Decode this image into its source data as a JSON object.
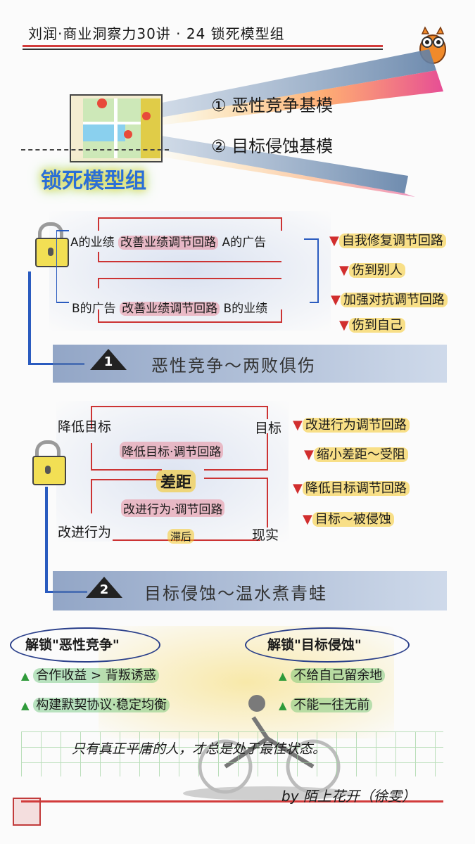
{
  "header": {
    "title": "刘润·商业洞察力30讲 · 24 锁死模型组"
  },
  "intro": {
    "badge": "锁死模型组",
    "items": [
      {
        "num": "①",
        "label": "恶性竞争基模"
      },
      {
        "num": "②",
        "label": "目标侵蚀基模"
      }
    ]
  },
  "section1": {
    "loop_top": {
      "left": "A的业绩",
      "middle": "改善业绩调节回路",
      "right": "A的广告"
    },
    "loop_bottom": {
      "left": "B的广告",
      "middle": "改善业绩调节回路",
      "right": "B的业绩"
    },
    "notes": [
      "自我修复调节回路",
      "伤到别人",
      "加强对抗调节回路",
      "伤到自己"
    ],
    "banner_num": "1",
    "banner_text": "恶性竞争～两败俱伤"
  },
  "section2": {
    "top_left": "降低目标",
    "top_right": "目标",
    "loop_a": "降低目标·调节回路",
    "center": "差距",
    "loop_b": "改进行为·调节回路",
    "bottom_left": "改进行为",
    "delay": "滞后",
    "bottom_right": "现实",
    "notes": [
      "改进行为调节回路",
      "缩小差距～受阻",
      "降低目标调节回路",
      "目标～被侵蚀"
    ],
    "banner_num": "2",
    "banner_text": "目标侵蚀～温水煮青蛙"
  },
  "unlock": {
    "left": {
      "title": "解锁\"恶性竞争\"",
      "items": [
        "合作收益 > 背叛诱惑",
        "构建默契协议·稳定均衡"
      ]
    },
    "right": {
      "title": "解锁\"目标侵蚀\"",
      "items": [
        "不给自己留余地",
        "不能一往无前"
      ]
    }
  },
  "footer": {
    "quote": "只有真正平庸的人，才总是处于最佳状态。",
    "author": "by 陌上花开（徐雯）"
  }
}
